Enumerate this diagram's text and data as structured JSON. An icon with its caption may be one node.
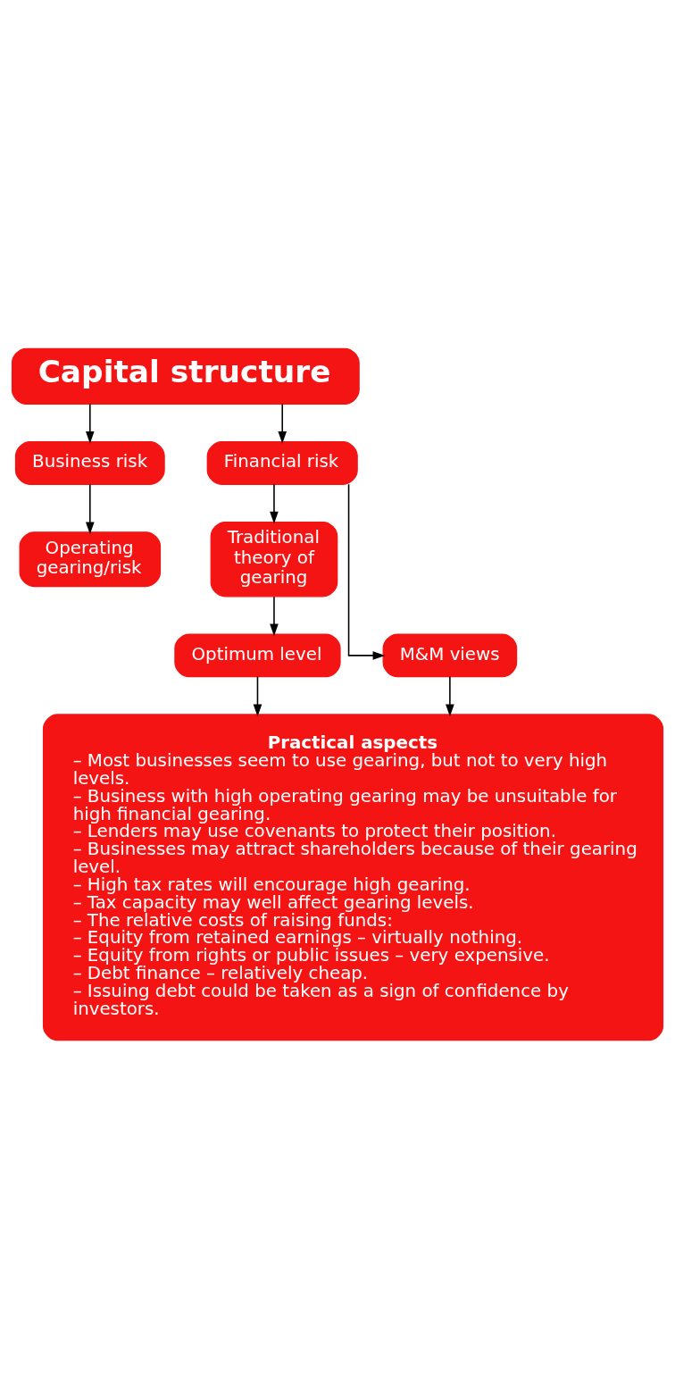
{
  "diagram": {
    "nodes": [
      {
        "text": [
          "Capital structure"
        ]
      },
      {
        "text": [
          "Business risk"
        ]
      },
      {
        "text": [
          "Financial risk"
        ]
      },
      {
        "text": [
          "Operating gearing/risk"
        ]
      },
      {
        "text": [
          "Traditional theory of gearing"
        ]
      },
      {
        "text": [
          "M&M views"
        ]
      },
      {
        "text": [
          "Optimum level"
        ]
      },
      {
        "text": [
          "Practical aspects",
          "– Most businesses seem to use gearing, but not to very high levels.",
          "– Business with high operating gearing may be unsuitable for high financial gearing.",
          "– Lenders may use covenants to protect their position.",
          "– Businesses may attract shareholders because of their gearing level.",
          "– High tax rates will encourage high gearing.",
          "– Tax capacity may well affect gearing levels.",
          "– The relative costs of raising funds:",
          "– Equity from retained earnings – virtually nothing.",
          "– Equity from rights or public issues – very expensive.",
          "– Debt finance – relatively cheap.",
          "– Issuing debt could be taken as a sign of confidence by investors."
        ]
      }
    ],
    "edges": [
      {
        "from": 0,
        "to": 1,
        "arrow": "to"
      },
      {
        "from": 0,
        "to": 2,
        "arrow": "to"
      },
      {
        "from": 1,
        "to": 3,
        "arrow": "to"
      },
      {
        "from": 2,
        "to": 4,
        "arrow": "to"
      },
      {
        "from": 2,
        "to": 5,
        "arrow": "to"
      },
      {
        "from": 4,
        "to": 6,
        "arrow": "to"
      },
      {
        "from": 6,
        "to": 7,
        "arrow": "to"
      },
      {
        "from": 5,
        "to": 7,
        "arrow": "to"
      }
    ]
  }
}
